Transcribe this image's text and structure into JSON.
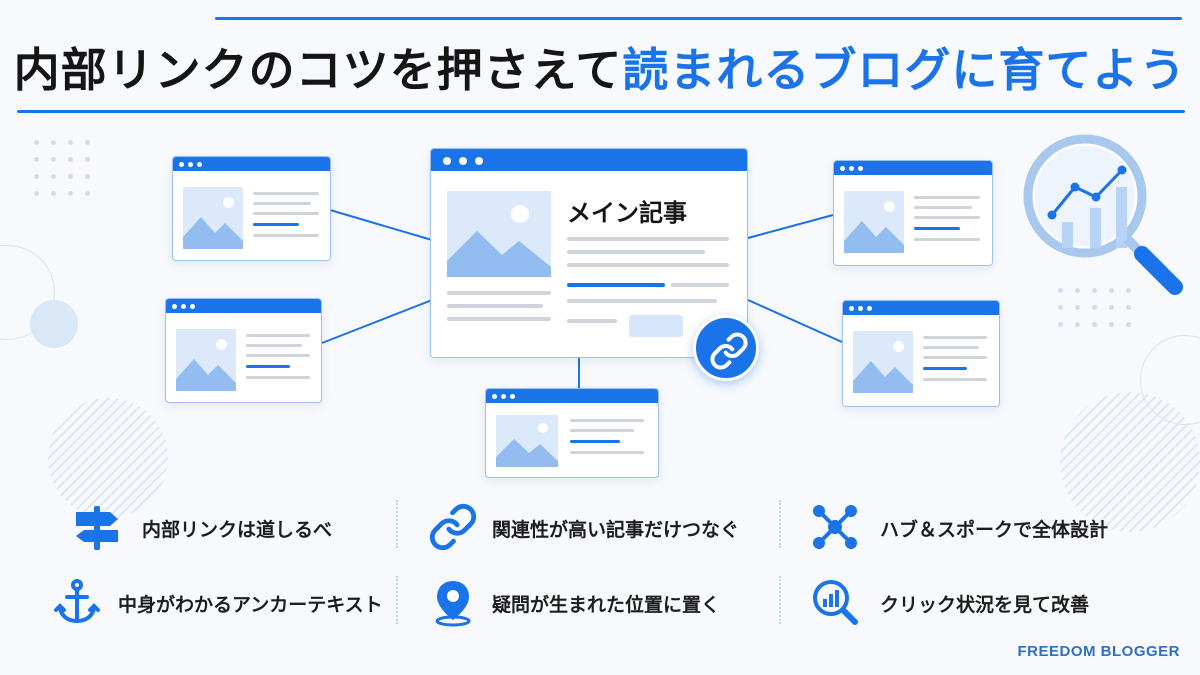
{
  "header": {
    "title_part1": "内部リンクのコツを押さえて",
    "title_part2": "読まれるブログに育てよう"
  },
  "diagram": {
    "main_article_label": "メイン記事",
    "link_icon": "chain-link-icon",
    "analytics_icon": "magnifier-chart-icon"
  },
  "tips": [
    {
      "icon": "signpost-icon",
      "label": "内部リンクは道しるべ"
    },
    {
      "icon": "chain-link-icon",
      "label": "関連性が高い記事だけつなぐ"
    },
    {
      "icon": "hub-network-icon",
      "label": "ハブ＆スポークで全体設計"
    },
    {
      "icon": "anchor-icon",
      "label": "中身がわかるアンカーテキスト"
    },
    {
      "icon": "location-pin-icon",
      "label": "疑問が生まれた位置に置く"
    },
    {
      "icon": "search-chart-icon",
      "label": "クリック状況を見て改善"
    }
  ],
  "footer": {
    "brand": "FREEDOM BLOGGER"
  },
  "colors": {
    "accent": "#1a73e8",
    "light_accent": "#dce9fa",
    "text": "#151515"
  }
}
